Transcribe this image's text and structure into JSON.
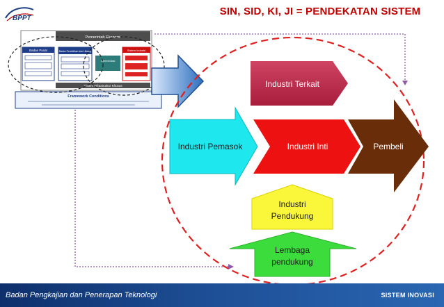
{
  "header": {
    "title": "SIN, SID, KI, JI  = PENDEKATAN SISTEM",
    "logo": "BPPT"
  },
  "diagram": {
    "terkait": "Industri Terkait",
    "pemasok": "Industri Pemasok",
    "inti": "Industri Inti",
    "pembeli": "Pembeli",
    "pendukung": [
      "Industri",
      "Pendukung"
    ],
    "lembaga": [
      "Lembaga",
      "pendukung"
    ]
  },
  "thumbnail": {
    "top_box": "Pemerintah Ekonomi",
    "lembaga_pusat": "Badan Pusat",
    "lembaga_daerah": "Badan Pendidikan dan Litbang",
    "lembaga_industri": "Sistem Industri",
    "intermediasi": "Intermediasi",
    "bottom_bar": "Sistem Infrastruktur Khusus",
    "framework": "Framework Conditions"
  },
  "footer": {
    "left": "Badan Pengkajian dan Penerapan Teknologi",
    "right": "SISTEM INOVASI"
  },
  "colors": {
    "title": "#c00000",
    "terkait": "#c0294a",
    "pemasok": "#1ee7ee",
    "inti": "#ee1111",
    "pembeli": "#6a2d0a",
    "pendukung": "#faf73a",
    "lembaga": "#3ddc3d",
    "circle": "#e02020",
    "arrow_blue": "#2e6fbf"
  }
}
